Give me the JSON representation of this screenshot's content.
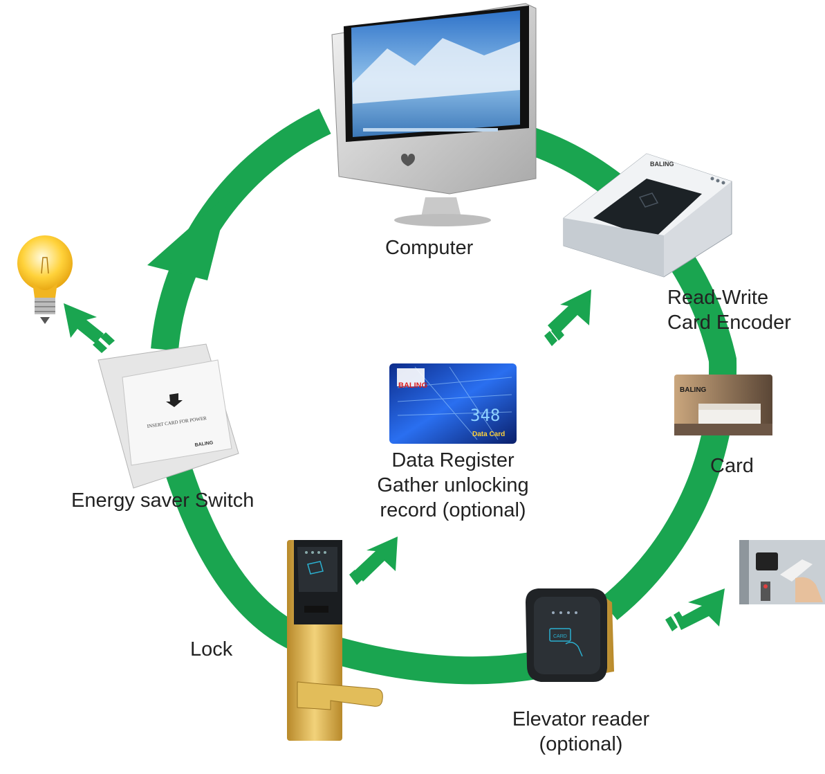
{
  "colors": {
    "flow_green": "#1aa550",
    "label_text": "#222222",
    "screen_sky": "#4a8fd0",
    "lock_gold": "#d9b14a",
    "card_blue": "#1a45c2",
    "bulb_yellow": "#ffd23a"
  },
  "devices": {
    "computer": {
      "label": "Computer",
      "icon": "imac-desktop-icon"
    },
    "encoder": {
      "label_line1": "Read-Write",
      "label_line2": "Card Encoder",
      "icon": "card-encoder-icon",
      "brand": "BALING"
    },
    "card": {
      "label": "Card",
      "icon": "hotel-keycard-icon",
      "brand": "BALING"
    },
    "elevator": {
      "label_line1": "Elevator reader",
      "label_line2": "(optional)",
      "icon": "elevator-reader-icon",
      "card_text": "CARD"
    },
    "lock": {
      "label": "Lock",
      "icon": "door-lock-icon"
    },
    "switch": {
      "label": "Energy saver Switch",
      "icon": "energy-saver-switch-icon",
      "slot_text": "INSERT CARD FOR POWER",
      "brand": "BALING"
    },
    "data_card": {
      "line1": "Data Register",
      "line2": "Gather unlocking",
      "line3": "record (optional)",
      "icon": "data-card-icon",
      "brand": "BALING",
      "card_caption": "Data Card",
      "card_digits": "348"
    },
    "bulb": {
      "icon": "light-bulb-icon"
    },
    "elevator_photo": {
      "icon": "elevator-panel-photo-icon"
    }
  }
}
